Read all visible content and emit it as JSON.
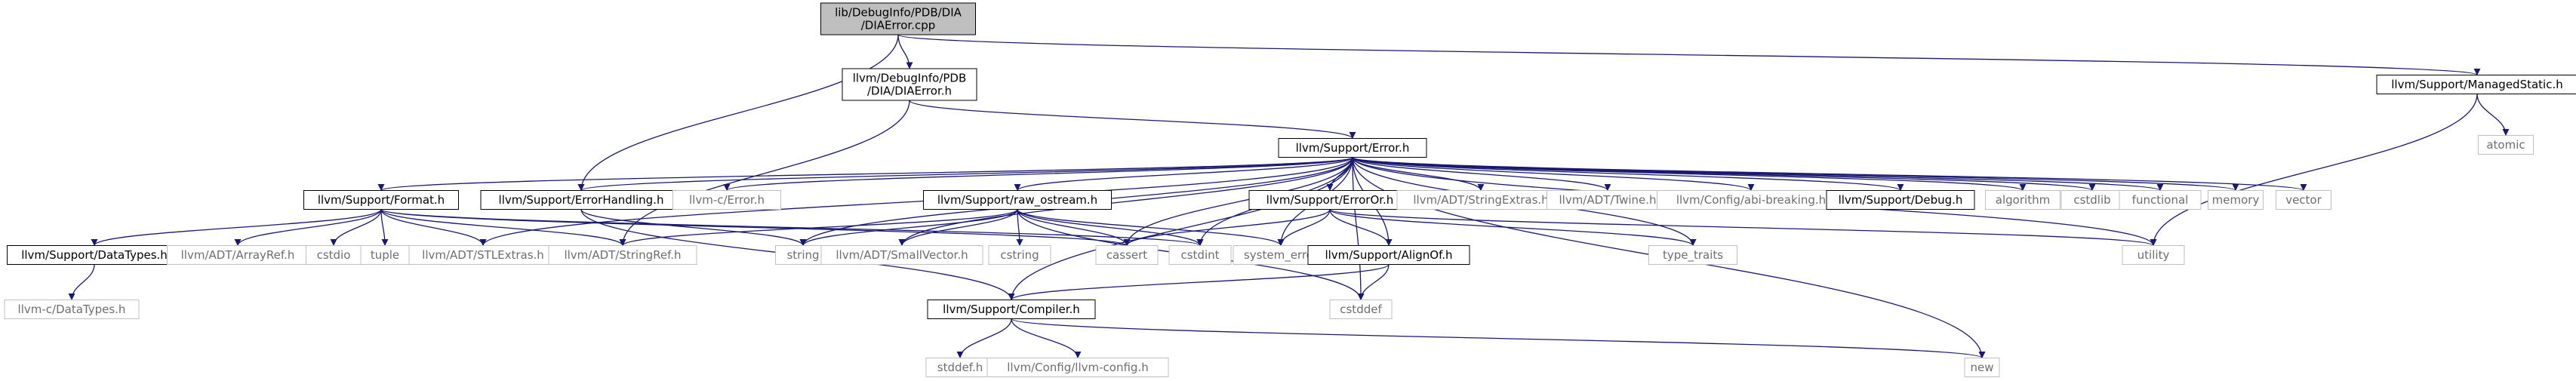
{
  "diagram": {
    "type": "include-dependency-graph",
    "colors": {
      "edge": "#191970",
      "node_fill": "#ffffff",
      "root_fill": "#bfbfbf",
      "documented_border": "#000000",
      "external_border": "#bfbfbf",
      "text_documented": "#000000",
      "text_external": "#6e6e6e"
    },
    "nodes": [
      {
        "id": "dia_error_cpp",
        "lines": [
          "lib/DebugInfo/PDB/DIA",
          "/DIAError.cpp"
        ],
        "kind": "root"
      },
      {
        "id": "dia_error_h",
        "lines": [
          "llvm/DebugInfo/PDB",
          "/DIA/DIAError.h"
        ],
        "kind": "documented"
      },
      {
        "id": "managed_static_h",
        "lines": [
          "llvm/Support/ManagedStatic.h"
        ],
        "kind": "documented"
      },
      {
        "id": "error_h",
        "lines": [
          "llvm/Support/Error.h"
        ],
        "kind": "documented"
      },
      {
        "id": "atomic",
        "lines": [
          "atomic"
        ],
        "kind": "external"
      },
      {
        "id": "format_h",
        "lines": [
          "llvm/Support/Format.h"
        ],
        "kind": "documented"
      },
      {
        "id": "error_handling_h",
        "lines": [
          "llvm/Support/ErrorHandling.h"
        ],
        "kind": "documented"
      },
      {
        "id": "c_error_h",
        "lines": [
          "llvm-c/Error.h"
        ],
        "kind": "external"
      },
      {
        "id": "raw_ostream_h",
        "lines": [
          "llvm/Support/raw_ostream.h"
        ],
        "kind": "documented"
      },
      {
        "id": "error_or_h",
        "lines": [
          "llvm/Support/ErrorOr.h"
        ],
        "kind": "documented"
      },
      {
        "id": "string_extras_h",
        "lines": [
          "llvm/ADT/StringExtras.h"
        ],
        "kind": "external"
      },
      {
        "id": "twine_h",
        "lines": [
          "llvm/ADT/Twine.h"
        ],
        "kind": "external"
      },
      {
        "id": "abi_breaking_h",
        "lines": [
          "llvm/Config/abi-breaking.h"
        ],
        "kind": "external"
      },
      {
        "id": "debug_h",
        "lines": [
          "llvm/Support/Debug.h"
        ],
        "kind": "documented"
      },
      {
        "id": "algorithm",
        "lines": [
          "algorithm"
        ],
        "kind": "external"
      },
      {
        "id": "cstdlib",
        "lines": [
          "cstdlib"
        ],
        "kind": "external"
      },
      {
        "id": "functional",
        "lines": [
          "functional"
        ],
        "kind": "external"
      },
      {
        "id": "memory",
        "lines": [
          "memory"
        ],
        "kind": "external"
      },
      {
        "id": "vector",
        "lines": [
          "vector"
        ],
        "kind": "external"
      },
      {
        "id": "data_types_h",
        "lines": [
          "llvm/Support/DataTypes.h"
        ],
        "kind": "documented"
      },
      {
        "id": "array_ref_h",
        "lines": [
          "llvm/ADT/ArrayRef.h"
        ],
        "kind": "external"
      },
      {
        "id": "cstdio",
        "lines": [
          "cstdio"
        ],
        "kind": "external"
      },
      {
        "id": "tuple",
        "lines": [
          "tuple"
        ],
        "kind": "external"
      },
      {
        "id": "stl_extras_h",
        "lines": [
          "llvm/ADT/STLExtras.h"
        ],
        "kind": "external"
      },
      {
        "id": "string_ref_h",
        "lines": [
          "llvm/ADT/StringRef.h"
        ],
        "kind": "external"
      },
      {
        "id": "string",
        "lines": [
          "string"
        ],
        "kind": "external"
      },
      {
        "id": "small_vector_h",
        "lines": [
          "llvm/ADT/SmallVector.h"
        ],
        "kind": "external"
      },
      {
        "id": "cstring",
        "lines": [
          "cstring"
        ],
        "kind": "external"
      },
      {
        "id": "cassert",
        "lines": [
          "cassert"
        ],
        "kind": "external"
      },
      {
        "id": "cstdint",
        "lines": [
          "cstdint"
        ],
        "kind": "external"
      },
      {
        "id": "system_error",
        "lines": [
          "system_error"
        ],
        "kind": "external"
      },
      {
        "id": "align_of_h",
        "lines": [
          "llvm/Support/AlignOf.h"
        ],
        "kind": "documented"
      },
      {
        "id": "type_traits",
        "lines": [
          "type_traits"
        ],
        "kind": "external"
      },
      {
        "id": "utility",
        "lines": [
          "utility"
        ],
        "kind": "external"
      },
      {
        "id": "c_data_types_h",
        "lines": [
          "llvm-c/DataTypes.h"
        ],
        "kind": "external"
      },
      {
        "id": "compiler_h",
        "lines": [
          "llvm/Support/Compiler.h"
        ],
        "kind": "documented"
      },
      {
        "id": "cstddef",
        "lines": [
          "cstddef"
        ],
        "kind": "external"
      },
      {
        "id": "stddef_h",
        "lines": [
          "stddef.h"
        ],
        "kind": "external"
      },
      {
        "id": "llvm_config_h",
        "lines": [
          "llvm/Config/llvm-config.h"
        ],
        "kind": "external"
      },
      {
        "id": "new",
        "lines": [
          "new"
        ],
        "kind": "external"
      }
    ],
    "edges": [
      [
        "dia_error_cpp",
        "dia_error_h"
      ],
      [
        "dia_error_cpp",
        "managed_static_h"
      ],
      [
        "dia_error_cpp",
        "error_handling_h"
      ],
      [
        "dia_error_h",
        "error_h"
      ],
      [
        "dia_error_h",
        "string_ref_h"
      ],
      [
        "managed_static_h",
        "atomic"
      ],
      [
        "managed_static_h",
        "utility"
      ],
      [
        "error_h",
        "format_h"
      ],
      [
        "error_h",
        "error_handling_h"
      ],
      [
        "error_h",
        "c_error_h"
      ],
      [
        "error_h",
        "raw_ostream_h"
      ],
      [
        "error_h",
        "error_or_h"
      ],
      [
        "error_h",
        "string_extras_h"
      ],
      [
        "error_h",
        "twine_h"
      ],
      [
        "error_h",
        "abi_breaking_h"
      ],
      [
        "error_h",
        "debug_h"
      ],
      [
        "error_h",
        "algorithm"
      ],
      [
        "error_h",
        "cstdlib"
      ],
      [
        "error_h",
        "functional"
      ],
      [
        "error_h",
        "memory"
      ],
      [
        "error_h",
        "vector"
      ],
      [
        "error_h",
        "stl_extras_h"
      ],
      [
        "error_h",
        "string"
      ],
      [
        "error_h",
        "small_vector_h"
      ],
      [
        "error_h",
        "cassert"
      ],
      [
        "error_h",
        "cstdint"
      ],
      [
        "error_h",
        "system_error"
      ],
      [
        "error_h",
        "align_of_h"
      ],
      [
        "error_h",
        "type_traits"
      ],
      [
        "error_h",
        "utility"
      ],
      [
        "error_h",
        "cstddef"
      ],
      [
        "error_h",
        "new"
      ],
      [
        "error_h",
        "compiler_h"
      ],
      [
        "format_h",
        "data_types_h"
      ],
      [
        "format_h",
        "array_ref_h"
      ],
      [
        "format_h",
        "cstdio"
      ],
      [
        "format_h",
        "tuple"
      ],
      [
        "format_h",
        "stl_extras_h"
      ],
      [
        "format_h",
        "string_ref_h"
      ],
      [
        "format_h",
        "cassert"
      ],
      [
        "format_h",
        "cstdint"
      ],
      [
        "error_handling_h",
        "compiler_h"
      ],
      [
        "error_handling_h",
        "string"
      ],
      [
        "raw_ostream_h",
        "string_ref_h"
      ],
      [
        "raw_ostream_h",
        "string"
      ],
      [
        "raw_ostream_h",
        "small_vector_h"
      ],
      [
        "raw_ostream_h",
        "cstring"
      ],
      [
        "raw_ostream_h",
        "cassert"
      ],
      [
        "raw_ostream_h",
        "cstdint"
      ],
      [
        "raw_ostream_h",
        "system_error"
      ],
      [
        "raw_ostream_h",
        "cstddef"
      ],
      [
        "error_or_h",
        "cassert"
      ],
      [
        "error_or_h",
        "system_error"
      ],
      [
        "error_or_h",
        "align_of_h"
      ],
      [
        "error_or_h",
        "type_traits"
      ],
      [
        "error_or_h",
        "utility"
      ],
      [
        "align_of_h",
        "compiler_h"
      ],
      [
        "align_of_h",
        "cstddef"
      ],
      [
        "data_types_h",
        "c_data_types_h"
      ],
      [
        "compiler_h",
        "stddef_h"
      ],
      [
        "compiler_h",
        "llvm_config_h"
      ],
      [
        "compiler_h",
        "new"
      ]
    ]
  }
}
